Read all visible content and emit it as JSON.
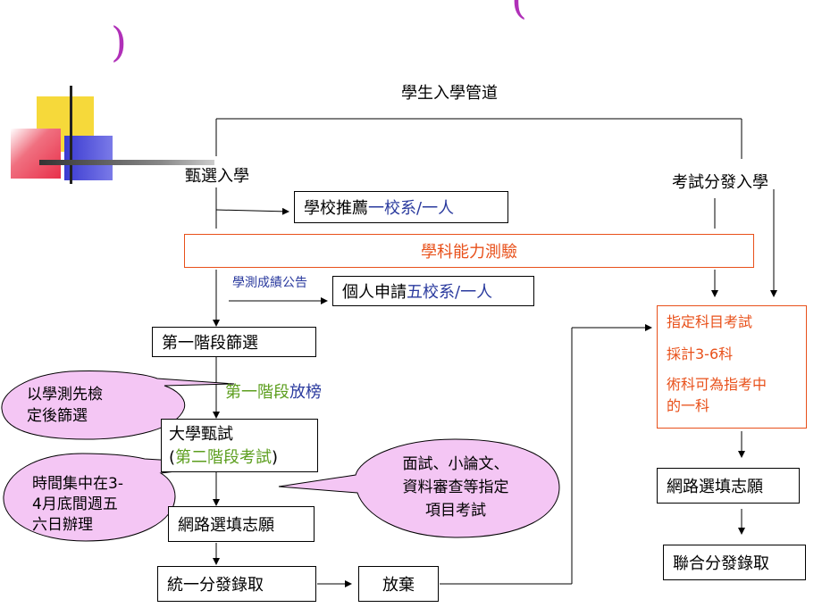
{
  "title": {
    "paren_open": "(",
    "paren_close": ")"
  },
  "header": "學生入學管道",
  "branch_left": "甄選入學",
  "branch_right": "考試分發入學",
  "school_recommend": {
    "prefix": "學校推薦",
    "suffix": "一校系/一人"
  },
  "ability_test": "學科能力測驗",
  "score_announce": "學測成績公告",
  "personal_apply": {
    "prefix": "個人申請",
    "suffix": "五校系/一人"
  },
  "stage1_screen": "第一階段篩選",
  "stage1_release": {
    "prefix": "第一階段",
    "suffix": "放榜"
  },
  "univ_exam": {
    "line1": "大學甄試",
    "open": "(",
    "inner": "第二階段考試",
    "close": ")"
  },
  "online_fill_left": "網路選填志願",
  "unified_admit": "統一分發錄取",
  "give_up": "放棄",
  "designated_exam": {
    "line1": "指定科目考試",
    "line2": "採計3-6科",
    "line3": "術科可為指考中",
    "line4": "的一科"
  },
  "online_fill_right": "網路選填志願",
  "joint_admit": "聯合分發錄取",
  "callout_1": {
    "line1": "以學測先檢",
    "line2": "定後篩選"
  },
  "callout_2": {
    "line1": "時間集中在3-",
    "line2": "4月底間週五",
    "line3": "六日辦理"
  },
  "callout_3": {
    "line1": "面試、小論文、",
    "line2": "資料審查等指定",
    "line3": "項目考試"
  },
  "colors": {
    "accent_orange": "#e8501a",
    "accent_blue": "#2a3a9e",
    "accent_green": "#5c9e1e",
    "callout_fill": "#f4c6f4",
    "title_purple": "#b030b8"
  }
}
